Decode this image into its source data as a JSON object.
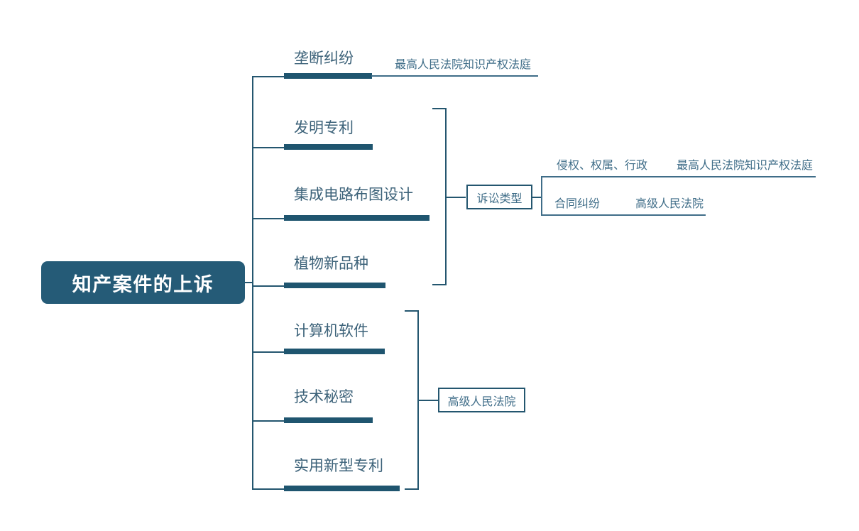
{
  "diagram": {
    "type": "mind-map",
    "title": "知产案件的上诉",
    "colors": {
      "node_fill": "#255b77",
      "node_text": "#ffffff",
      "line": "#24566f",
      "line_thin": "#3f6d88",
      "branch_text": "#3c6279",
      "leaf_text": "#3f6d88",
      "background": "#ffffff"
    },
    "root": {
      "label": "知产案件的上诉"
    },
    "branches": [
      {
        "label": "垄断纠纷",
        "child": "最高人民法院知识产权法庭"
      },
      {
        "label": "发明专利",
        "child": ""
      },
      {
        "label": "集成电路布图设计",
        "child": ""
      },
      {
        "label": "植物新品种",
        "child": ""
      },
      {
        "label": "计算机软件",
        "child": ""
      },
      {
        "label": "技术秘密",
        "child": ""
      },
      {
        "label": "实用新型专利",
        "child": ""
      }
    ],
    "groups": [
      {
        "name": "litigation-type-group",
        "box_label": "诉讼类型",
        "members": [
          "发明专利",
          "集成电路布图设计",
          "植物新品种"
        ],
        "sub_branches": [
          {
            "label": "侵权、权属、行政",
            "court": "最高人民法院知识产权法庭"
          },
          {
            "label": "合同纠纷",
            "court": "高级人民法院"
          }
        ]
      },
      {
        "name": "high-court-group",
        "box_label": "高级人民法院",
        "members": [
          "计算机软件",
          "技术秘密",
          "实用新型专利"
        ],
        "sub_branches": []
      }
    ]
  }
}
